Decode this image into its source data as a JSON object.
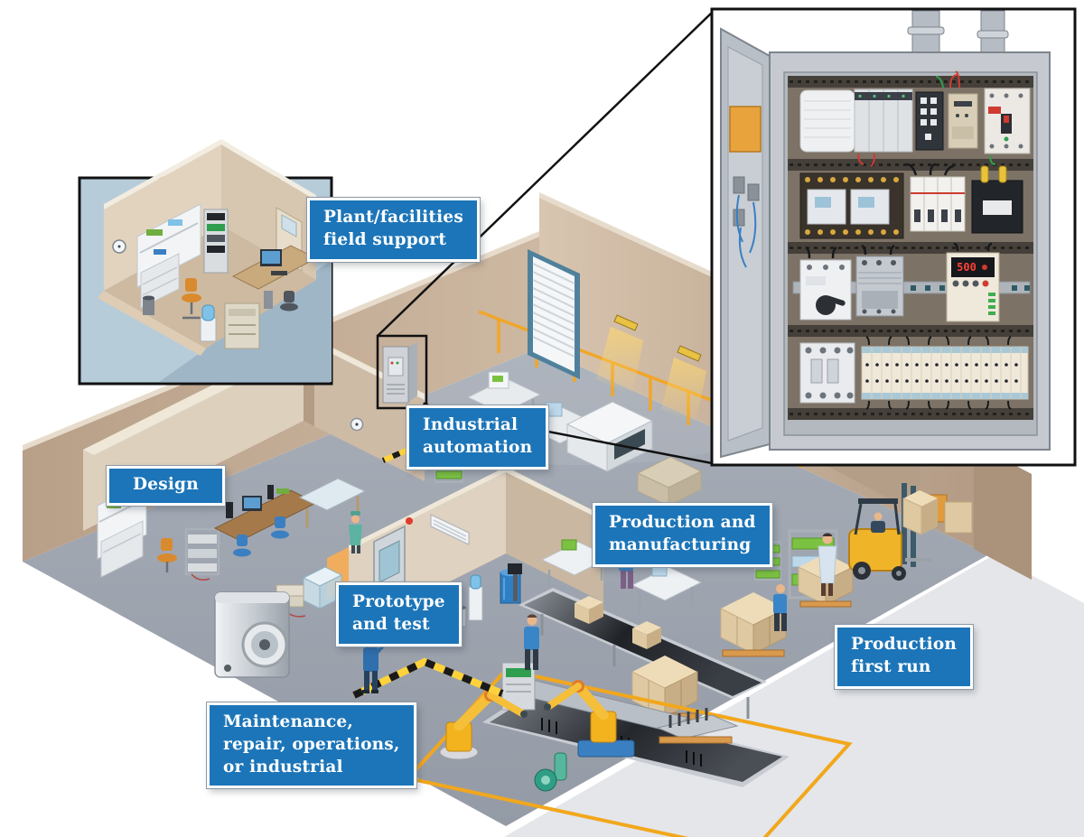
{
  "illustration": {
    "type": "isometric-factory-cutaway",
    "labels": [
      {
        "id": "plant-facilities-field-support",
        "text": "Plant/facilities\nfield support"
      },
      {
        "id": "industrial-automation",
        "text": "Industrial\nautomation"
      },
      {
        "id": "design",
        "text": "Design"
      },
      {
        "id": "production-and-manufacturing",
        "text": "Production and\nmanufacturing"
      },
      {
        "id": "prototype-and-test",
        "text": "Prototype\nand test"
      },
      {
        "id": "production-first-run",
        "text": "Production\nfirst run"
      },
      {
        "id": "maintenance-repair-operations",
        "text": "Maintenance,\nrepair, operations,\nor industrial"
      }
    ],
    "inset_cabinet": {
      "vfd_display": "500"
    },
    "colors": {
      "label_blue": "#1c75b8",
      "label_border": "#ffffff",
      "label_text": "#ffffff",
      "floor_gray": "#9aa1ad",
      "outside_pad_gray": "#e4e6ea",
      "wall_tan": "#c3ac96",
      "hazard_yellow": "#f2a71c",
      "robot_yellow": "#f3b31f",
      "inset_room_bg": "#b7ccd9",
      "callout_bg": "#ffffff"
    }
  }
}
